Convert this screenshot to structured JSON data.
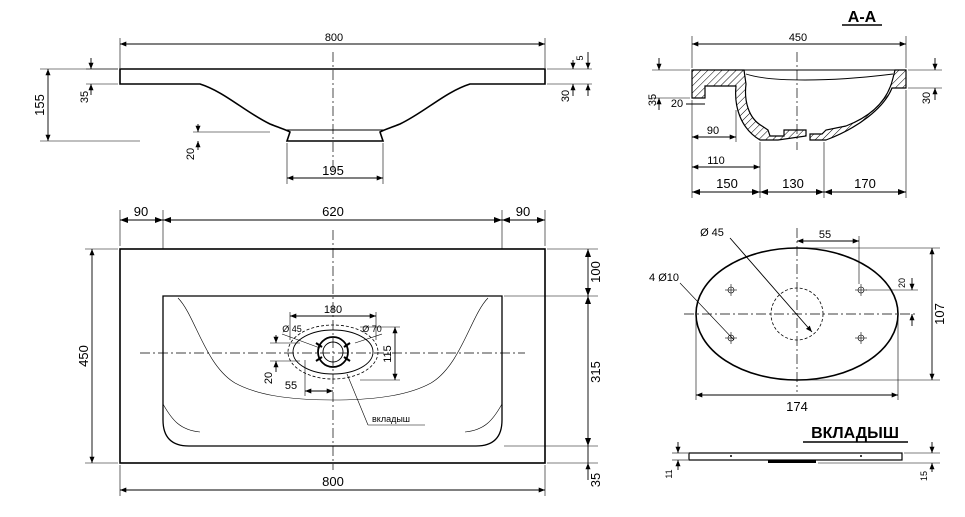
{
  "titles": {
    "section": "А-А",
    "insert": "ВКЛАДЫШ"
  },
  "side_view": {
    "width": "800",
    "height": "155",
    "rim": "35",
    "lip": "5",
    "edge": "30",
    "bottom": "20",
    "drain_width": "195"
  },
  "top_view": {
    "left_margin": "90",
    "bowl_width": "620",
    "right_margin": "90",
    "depth": "450",
    "front": "100",
    "bowl_depth": "315",
    "back": "35",
    "total_width": "800",
    "drain_span": "180",
    "drain_inner": "Ø 45",
    "drain_outer": "Ø 70",
    "drain_height": "115",
    "drain_offset_y": "20",
    "drain_offset_x": "55",
    "insert_label": "вкладыш"
  },
  "section_view": {
    "width": "450",
    "rim_left": "35",
    "rim_right": "30",
    "offset": "20",
    "d90": "90",
    "d110": "110",
    "seg1": "150",
    "seg2": "130",
    "seg3": "170"
  },
  "insert_view": {
    "hole": "Ø 45",
    "holes": "4 Ø10",
    "offset_x": "55",
    "offset_y": "20",
    "height": "107",
    "width": "174",
    "thick_left": "11",
    "thick_right": "15"
  }
}
